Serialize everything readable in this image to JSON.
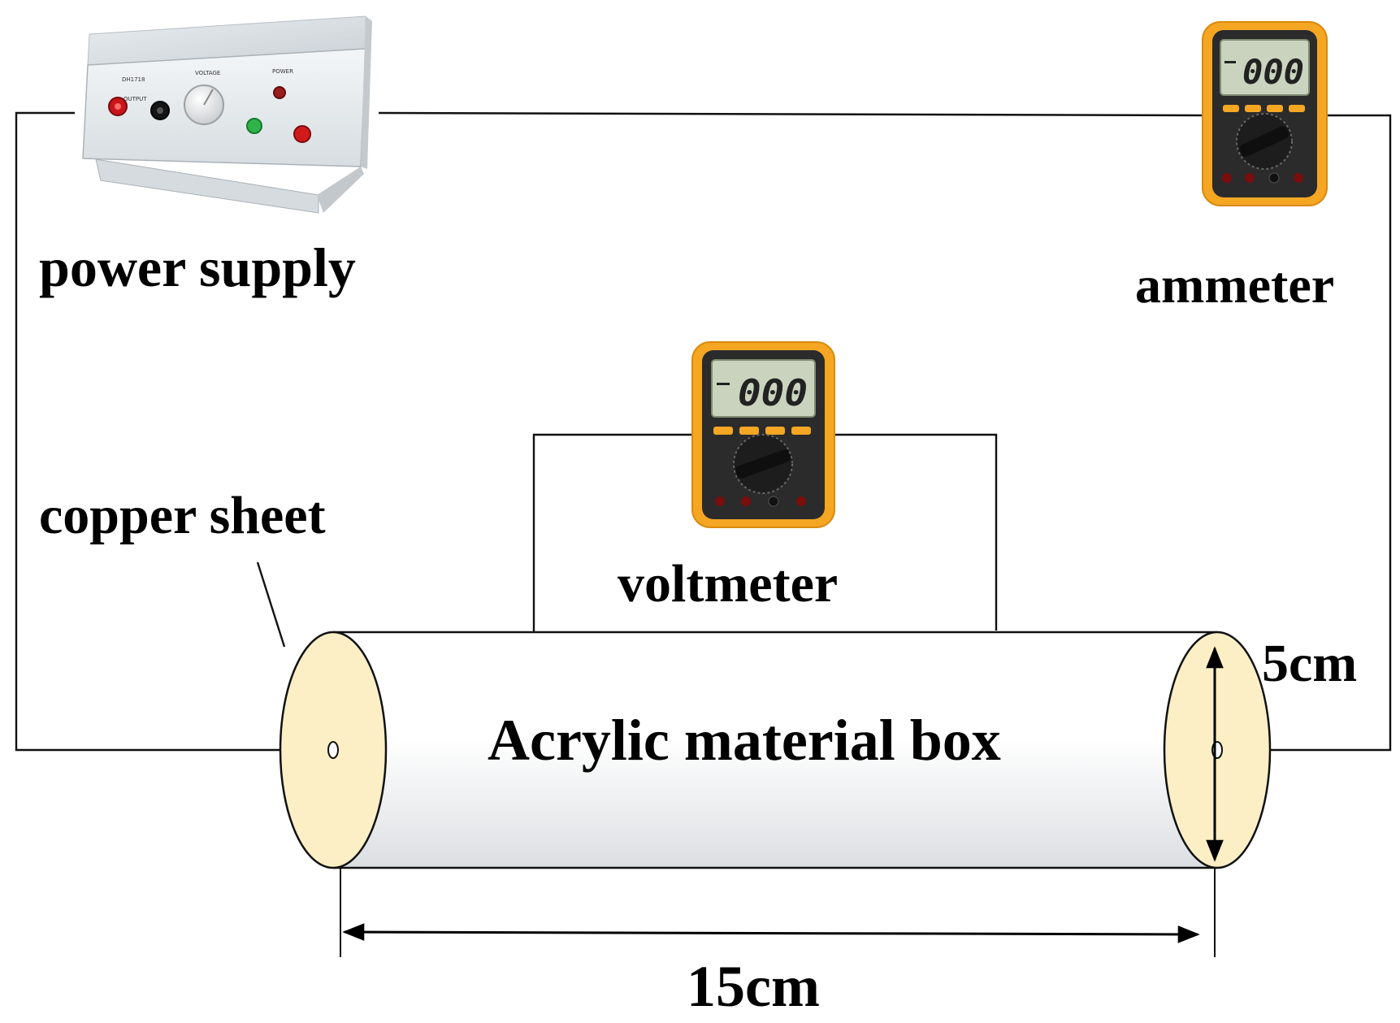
{
  "labels": {
    "power_supply": "power supply",
    "ammeter": "ammeter",
    "voltmeter": "voltmeter",
    "copper_sheet": "copper sheet",
    "box": "Acrylic material box",
    "diameter": "5cm",
    "length": "15cm"
  },
  "meters": {
    "ammeter_display": "000",
    "voltmeter_display": "000"
  },
  "colors": {
    "meter_case": "#f5a623",
    "meter_body": "#2b2b2b",
    "lcd": "#c9d3bd",
    "copper_end": "#fcefc6",
    "tube_fill": "#f4f6f8",
    "supply_panel": "#eef2f4"
  }
}
